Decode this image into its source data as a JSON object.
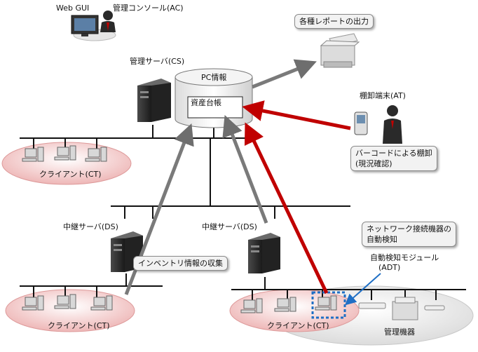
{
  "labels": {
    "web_gui": "Web GUI",
    "admin_console": "管理コンソール(AC)",
    "mgmt_server": "管理サーバ(CS)",
    "pc_info": "PC情報",
    "asset_ledger": "資産台帳",
    "client_top": "クライアント(CT)",
    "relay_server_left": "中継サーバ(DS)",
    "relay_server_right": "中継サーバ(DS)",
    "client_bottom_left": "クライアント(CT)",
    "client_bottom_right": "クライアント(CT)",
    "inventory_terminal": "棚卸端末(AT)",
    "auto_detect_module_line1": "自動検知モジュール",
    "auto_detect_module_line2": "(ADT)",
    "managed_devices": "管理機器"
  },
  "callouts": {
    "reports": "各種レポートの出力",
    "barcode_line1": "バーコードによる棚卸",
    "barcode_line2": "(現況確認)",
    "network_line1": "ネットワーク接続機器の",
    "network_line2": "自動検知",
    "inventory_collect": "インベントリ情報の収集"
  },
  "colors": {
    "flow_gray": "#7a7a7a",
    "flow_red": "#c00000",
    "client_zone": "#f3c9c9",
    "device_zone": "#e9e9e9",
    "detect_box": "#1f6fc5"
  }
}
